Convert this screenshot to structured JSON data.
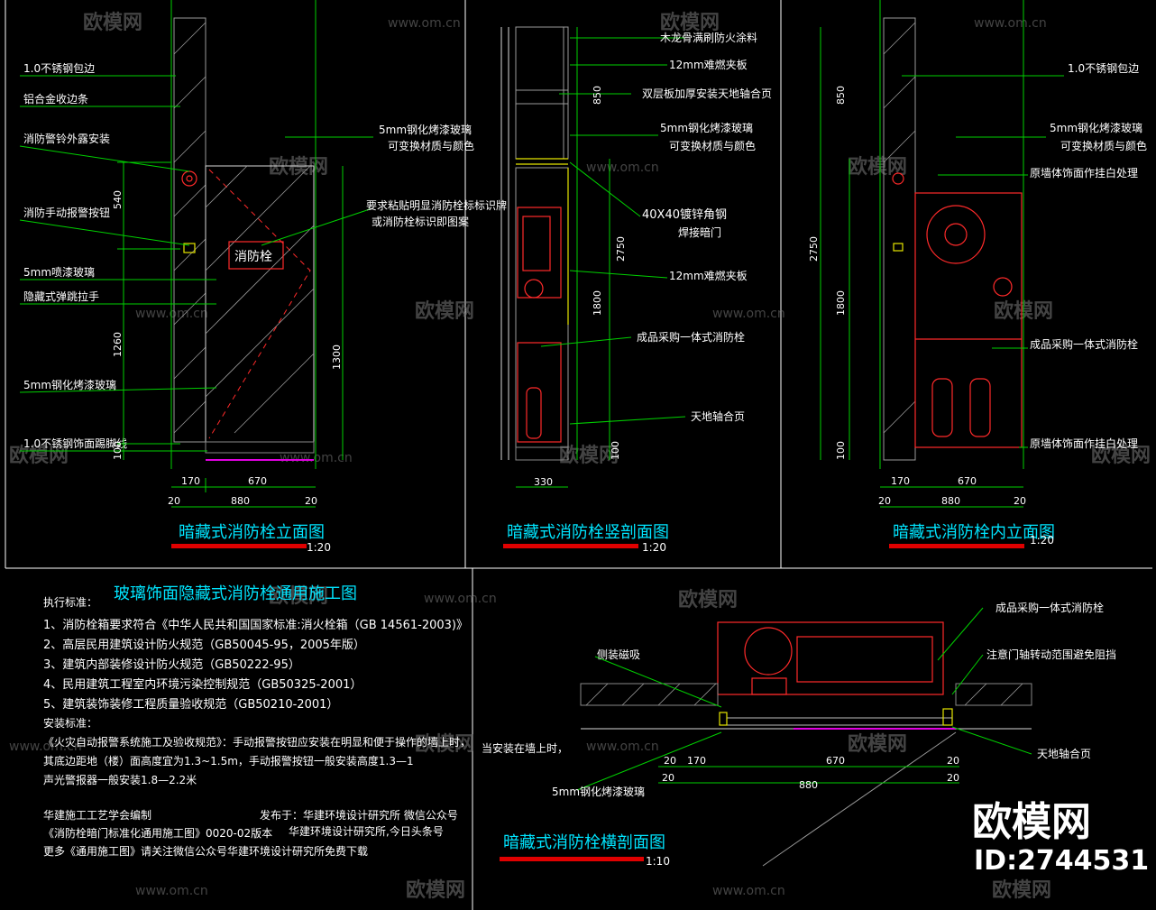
{
  "colors": {
    "background": "#000000",
    "title": "#00e5ff",
    "dimension_line": "#00d000",
    "equipment": "#ff2a2a",
    "title_underline": "#e00000",
    "watermark": "#7a7a7a"
  },
  "watermark": {
    "brand": "欧模网",
    "domain": "www.om.cn"
  },
  "id_badge": {
    "brand": "欧模网",
    "id": "ID:2744531"
  },
  "panel1": {
    "title": "暗藏式消防栓立面图",
    "scale": "1:20",
    "cabinet_sign": "消防栓",
    "labels": [
      "1.0不锈钢包边",
      "铝合金收边条",
      "消防警铃外露安装",
      "消防手动报警按钮",
      "5mm喷漆玻璃",
      "隐藏式弹跳拉手",
      "5mm钢化烤漆玻璃",
      "1.0不锈钢饰面踢脚线"
    ],
    "right_labels": [
      "5mm钢化烤漆玻璃",
      "可变换材质与颜色",
      "要求粘贴明显消防栓标标识牌",
      "或消防栓标识即图案"
    ],
    "dims_v": [
      "540",
      "1260",
      "100",
      "1300"
    ],
    "dims_h_top": [
      "170",
      "670"
    ],
    "dims_h_mid": [
      "20",
      "880",
      "20"
    ]
  },
  "panel2": {
    "title": "暗藏式消防栓竖剖面图",
    "scale": "1:20",
    "labels": [
      "木龙骨满刷防火涂料",
      "12mm难燃夹板",
      "双层板加厚安装天地轴合页",
      "5mm钢化烤漆玻璃",
      "可变换材质与颜色",
      "40X40镀锌角钢",
      "焊接暗门",
      "12mm难燃夹板",
      "成品采购一体式消防栓",
      "天地轴合页"
    ],
    "dims_v": [
      "850",
      "2750",
      "1800",
      "100"
    ],
    "dims_h": [
      "330"
    ]
  },
  "panel3": {
    "title": "暗藏式消防栓内立面图",
    "scale": "1:20",
    "labels": [
      "1.0不锈钢包边",
      "5mm钢化烤漆玻璃",
      "可变换材质与颜色",
      "原墙体饰面作挂白处理",
      "成品采购一体式消防栓",
      "原墙体饰面作挂白处理"
    ],
    "dims_v": [
      "850",
      "2750",
      "1800",
      "100"
    ],
    "dims_h_top": [
      "170",
      "670"
    ],
    "dims_h_mid": [
      "20",
      "880",
      "20"
    ]
  },
  "notes": {
    "heading": "玻璃饰面隐藏式消防栓通用施工图",
    "standard_title": "执行标准：",
    "standards": [
      "1、消防栓箱要求符合《中华人民共和国国家标准:消火栓箱（GB 14561-2003)》",
      "2、高层民用建筑设计防火规范（GB50045-95，2005年版）",
      "3、建筑内部装修设计防火规范（GB50222-95）",
      "4、民用建筑工程室内环境污染控制规范（GB50325-2001）",
      "5、建筑装饰装修工程质量验收规范（GB50210-2001）"
    ],
    "install_title": "安装标准：",
    "install_lines": [
      "《火灾自动报警系统施工及验收规范》：手动报警按钮应安装在明显和便于操作的墙上时，",
      "其底边距地（楼）面高度宜为1.3~1.5m，手动报警按钮一般安装高度1.3—1",
      "声光警报器一般安装1.8—2.2米"
    ],
    "overflow_text": "当安装在墙上时，",
    "credit_left": [
      "华建施工工艺学会编制",
      "《消防栓暗门标准化通用施工图》0020-02版本"
    ],
    "credit_right": [
      "发布于：华建环境设计研究所 微信公众号",
      "华建环境设计研究所,今日头条号"
    ],
    "credit_bottom": "更多《通用施工图》请关注微信公众号华建环境设计研究所免费下载"
  },
  "panel4": {
    "title": "暗藏式消防栓横剖面图",
    "scale": "1:10",
    "labels": [
      "成品采购一体式消防栓",
      "侧装磁吸",
      "注意门轴转动范围避免阻挡",
      "天地轴合页",
      "5mm钢化烤漆玻璃"
    ],
    "dims_h_top": [
      "20",
      "170",
      "670",
      "20"
    ],
    "dims_h_mid": [
      "20",
      "880",
      "20"
    ]
  }
}
